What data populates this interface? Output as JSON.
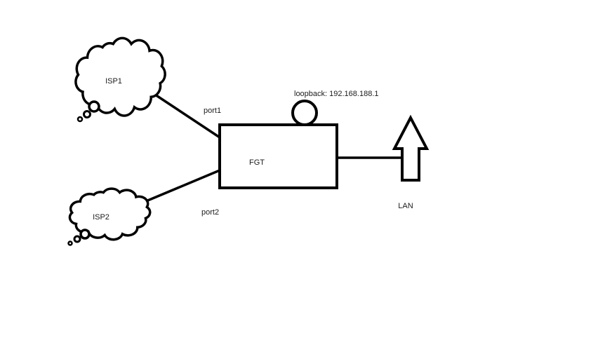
{
  "diagram": {
    "type": "network-topology",
    "colors": {
      "background": "#ffffff",
      "stroke": "#000000",
      "text": "#1a1a1a"
    },
    "nodes": {
      "isp1": {
        "label": "ISP1",
        "shape": "thought-cloud"
      },
      "isp2": {
        "label": "ISP2",
        "shape": "thought-cloud"
      },
      "fgt": {
        "label": "FGT",
        "shape": "rectangle"
      },
      "loopback": {
        "label": "loopback: 192.168.188.1",
        "shape": "circle"
      },
      "lan": {
        "label": "LAN",
        "shape": "up-arrow"
      }
    },
    "edges": [
      {
        "from": "ISP1",
        "to": "FGT",
        "label": "port1"
      },
      {
        "from": "ISP2",
        "to": "FGT",
        "label": "port2"
      },
      {
        "from": "FGT",
        "to": "LAN",
        "label": ""
      }
    ]
  }
}
